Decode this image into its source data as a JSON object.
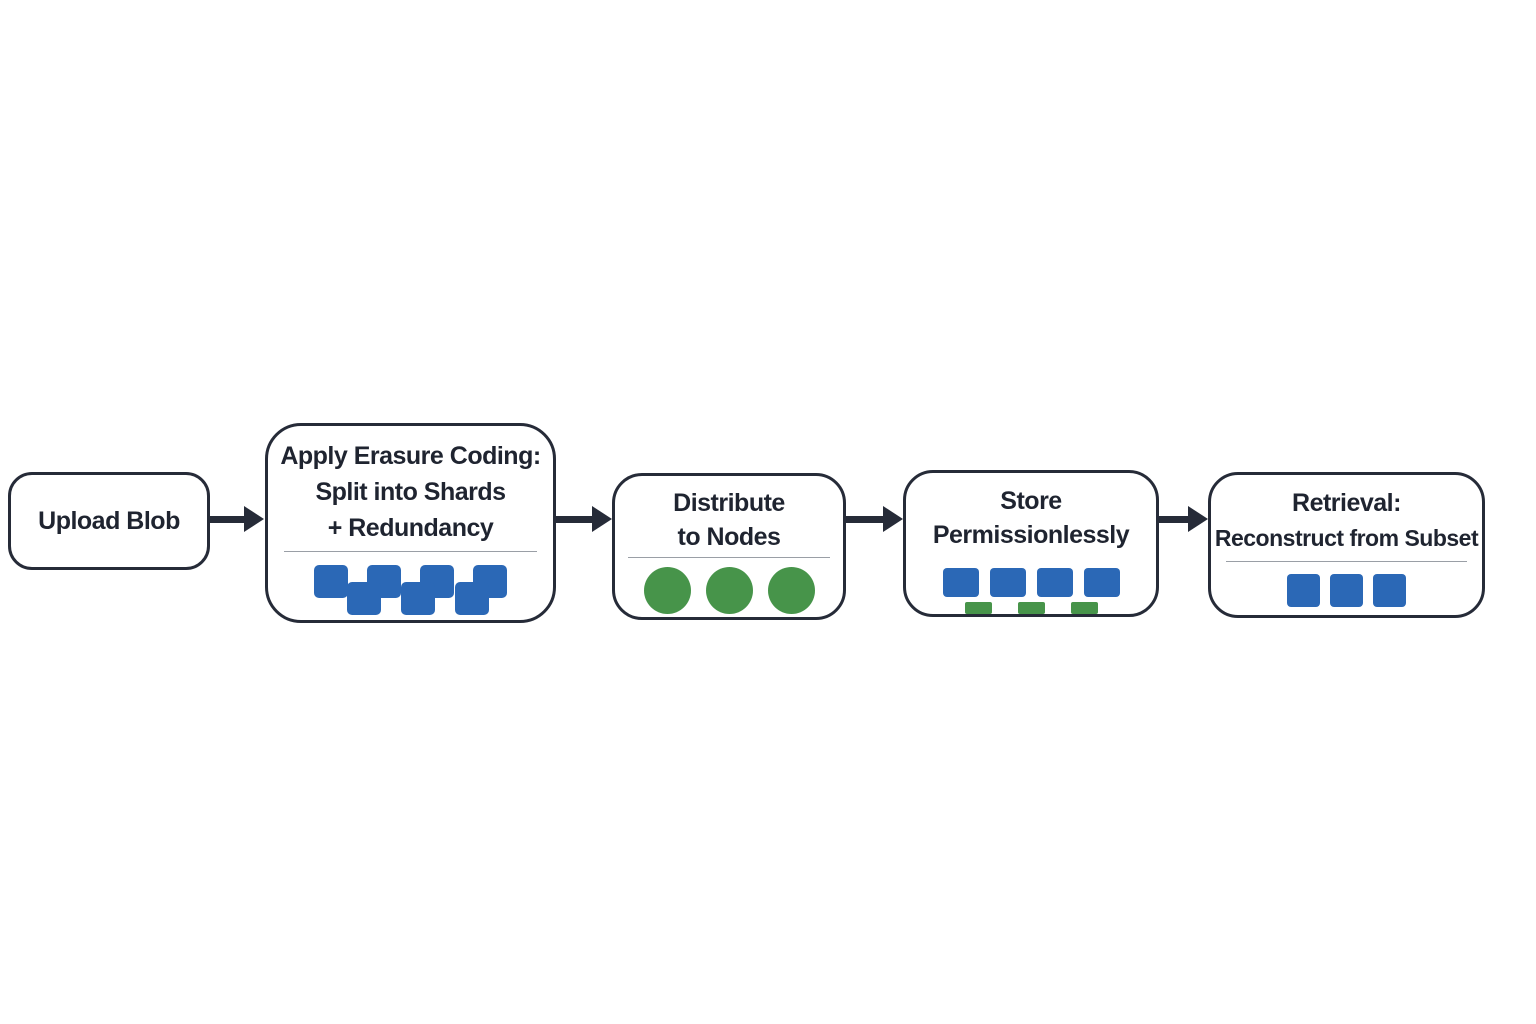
{
  "colors": {
    "background": "#ffffff",
    "box_fill": "#ffffff",
    "outline": "#262b38",
    "text": "#1f2430",
    "arrow": "#262b38",
    "divider": "#9a9fa6",
    "shard_blue": "#2b68b6",
    "node_green": "#47944a"
  },
  "stages": [
    {
      "id": "upload-blob",
      "lines": [
        "Upload Blob"
      ]
    },
    {
      "id": "erasure-coding",
      "lines": [
        "Apply Erasure Coding:",
        "Split into Shards",
        "+ Redundancy"
      ],
      "icons": {
        "type": "shard-squares-zigzag",
        "top_count": 4,
        "bottom_count": 3,
        "color": "#2b68b6"
      }
    },
    {
      "id": "distribute-to-nodes",
      "lines": [
        "Distribute",
        "to Nodes"
      ],
      "icons": {
        "type": "node-circles",
        "count": 3,
        "color": "#47944a"
      }
    },
    {
      "id": "store-permissionlessly",
      "lines": [
        "Store",
        "Permissionlessly"
      ],
      "icons": {
        "type": "shard-squares-with-replica-bars",
        "square_count": 4,
        "bar_count": 3,
        "square_color": "#2b68b6",
        "bar_color": "#47944a"
      }
    },
    {
      "id": "retrieval",
      "lines": [
        "Retrieval:",
        "Reconstruct from Subset"
      ],
      "icons": {
        "type": "shard-squares-row",
        "count": 3,
        "color": "#2b68b6"
      }
    }
  ],
  "arrows": {
    "count": 4,
    "direction": "right",
    "color": "#262b38"
  }
}
